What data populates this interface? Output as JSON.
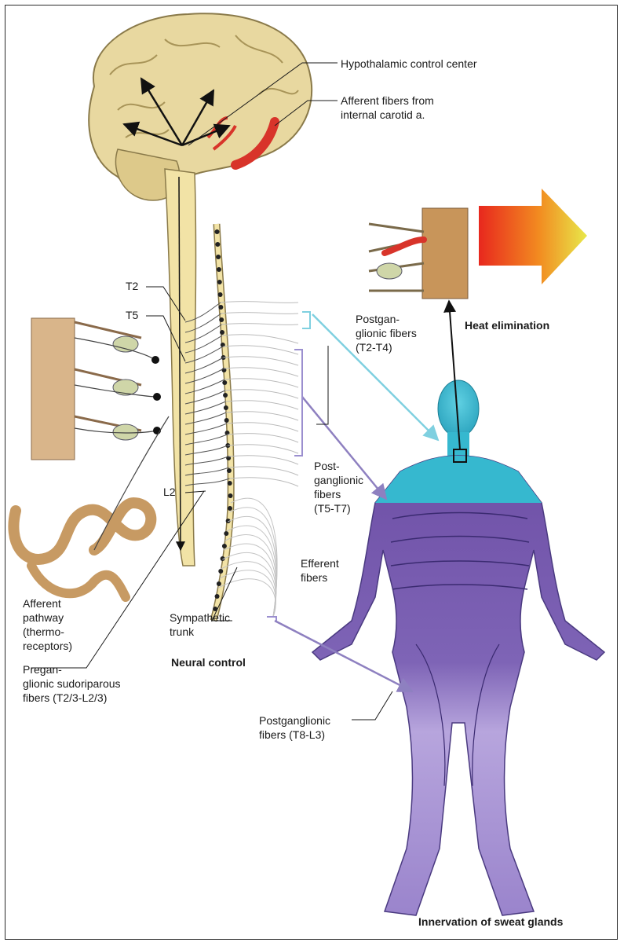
{
  "labels": {
    "hypothalamic": "Hypothalamic control center",
    "afferent_carotid_1": "Afferent fibers from",
    "afferent_carotid_2": "internal carotid a.",
    "t2": "T2",
    "t5": "T5",
    "l2": "L2",
    "postgan_t2t4_1": "Postgan-",
    "postgan_t2t4_2": "glionic fibers",
    "postgan_t2t4_3": "(T2-T4)",
    "heat_elimination": "Heat elimination",
    "post_t5t7_1": "Post-",
    "post_t5t7_2": "ganglionic",
    "post_t5t7_3": "fibers",
    "post_t5t7_4": "(T5-T7)",
    "efferent_1": "Efferent",
    "efferent_2": "fibers",
    "afferent_path_1": "Afferent",
    "afferent_path_2": "pathway",
    "afferent_path_3": "(thermo-",
    "afferent_path_4": "receptors)",
    "symp_trunk_1": "Sympathetic",
    "symp_trunk_2": "trunk",
    "neural_control": "Neural control",
    "pregan_1": "Pregan-",
    "pregan_2": "glionic sudoriparous",
    "pregan_3": "fibers (T2/3-L2/3)",
    "postgan_t8l3_1": "Postganglionic",
    "postgan_t8l3_2": "fibers (T8-L3)",
    "innervation": "Innervation of sweat glands"
  },
  "colors": {
    "brain": "#e8d8a0",
    "brain_outline": "#8a7a4a",
    "artery": "#d8342a",
    "cord": "#f2e3a6",
    "trunk_node": "#222222",
    "body_purple": "#7e5fb0",
    "body_cyan": "#36b8cf",
    "arrow_cyan": "#7fd0e0",
    "arrow_purple": "#8e80c0",
    "heat_red": "#e8281e",
    "heat_yellow": "#e8e84a",
    "skin": "#e6c59c"
  }
}
